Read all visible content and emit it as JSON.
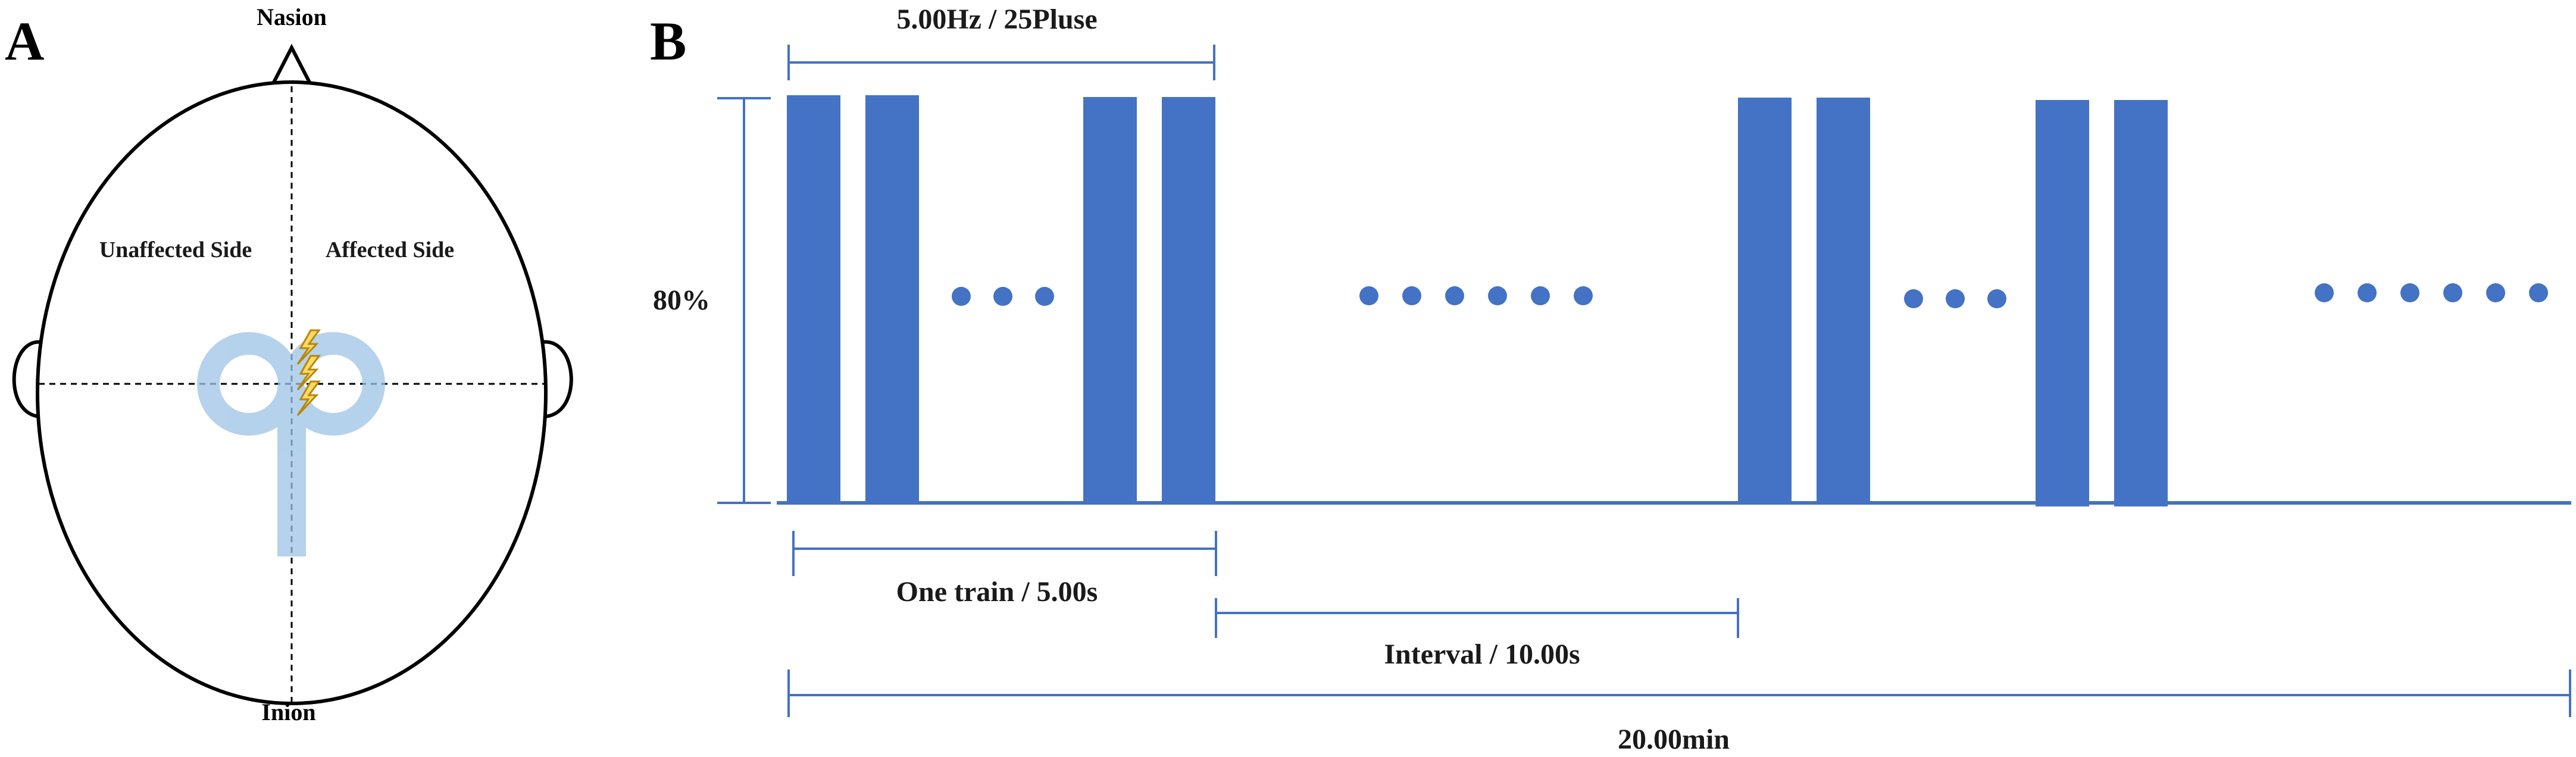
{
  "panel_a": {
    "letter": "A",
    "top_label": "Nasion",
    "bottom_label": "Inion",
    "left_label": "Unaffected Side",
    "right_label": "Affected Side"
  },
  "panel_b": {
    "letter": "B",
    "frequency_label": "5.00Hz / 25Pluse",
    "intensity_label": "80%",
    "train_label": "One train / 5.00s",
    "interval_label": "Interval / 10.00s",
    "total_label": "20.00min"
  },
  "colors": {
    "pulse": "#4472C4",
    "coil": "#9DC3E6",
    "line": "#4472C4",
    "lightning": "#FFD966"
  }
}
